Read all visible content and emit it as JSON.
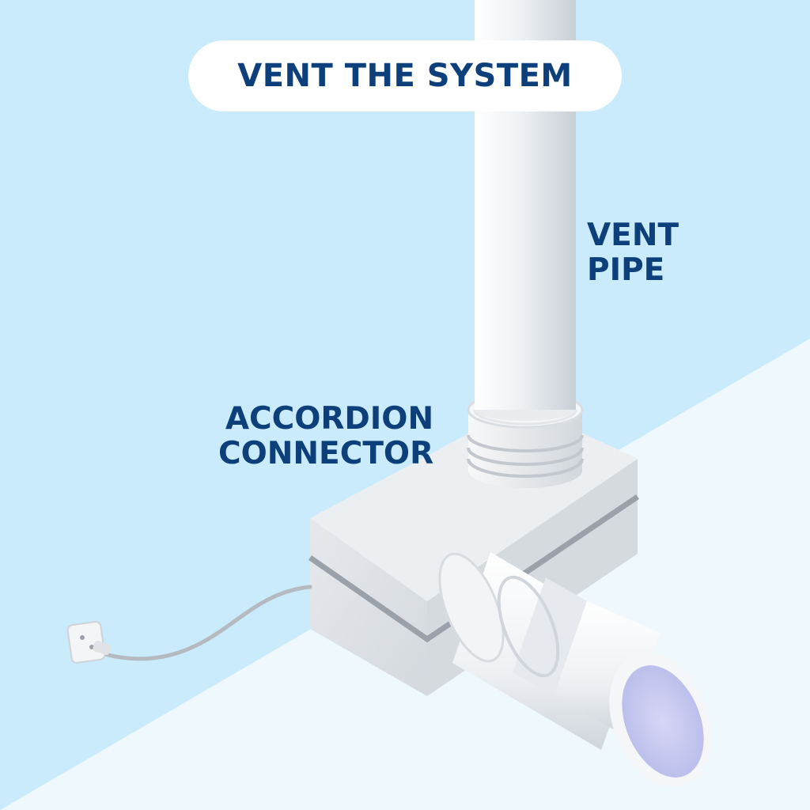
{
  "title": "VENT THE SYSTEM",
  "labels": {
    "vent_pipe": [
      "VENT",
      "PIPE"
    ],
    "accordion_connector": [
      "ACCORDION",
      "CONNECTOR"
    ]
  },
  "colors": {
    "wall": "#c9ebfb",
    "floor": "#eef8fd",
    "text": "#0d3f7a"
  }
}
